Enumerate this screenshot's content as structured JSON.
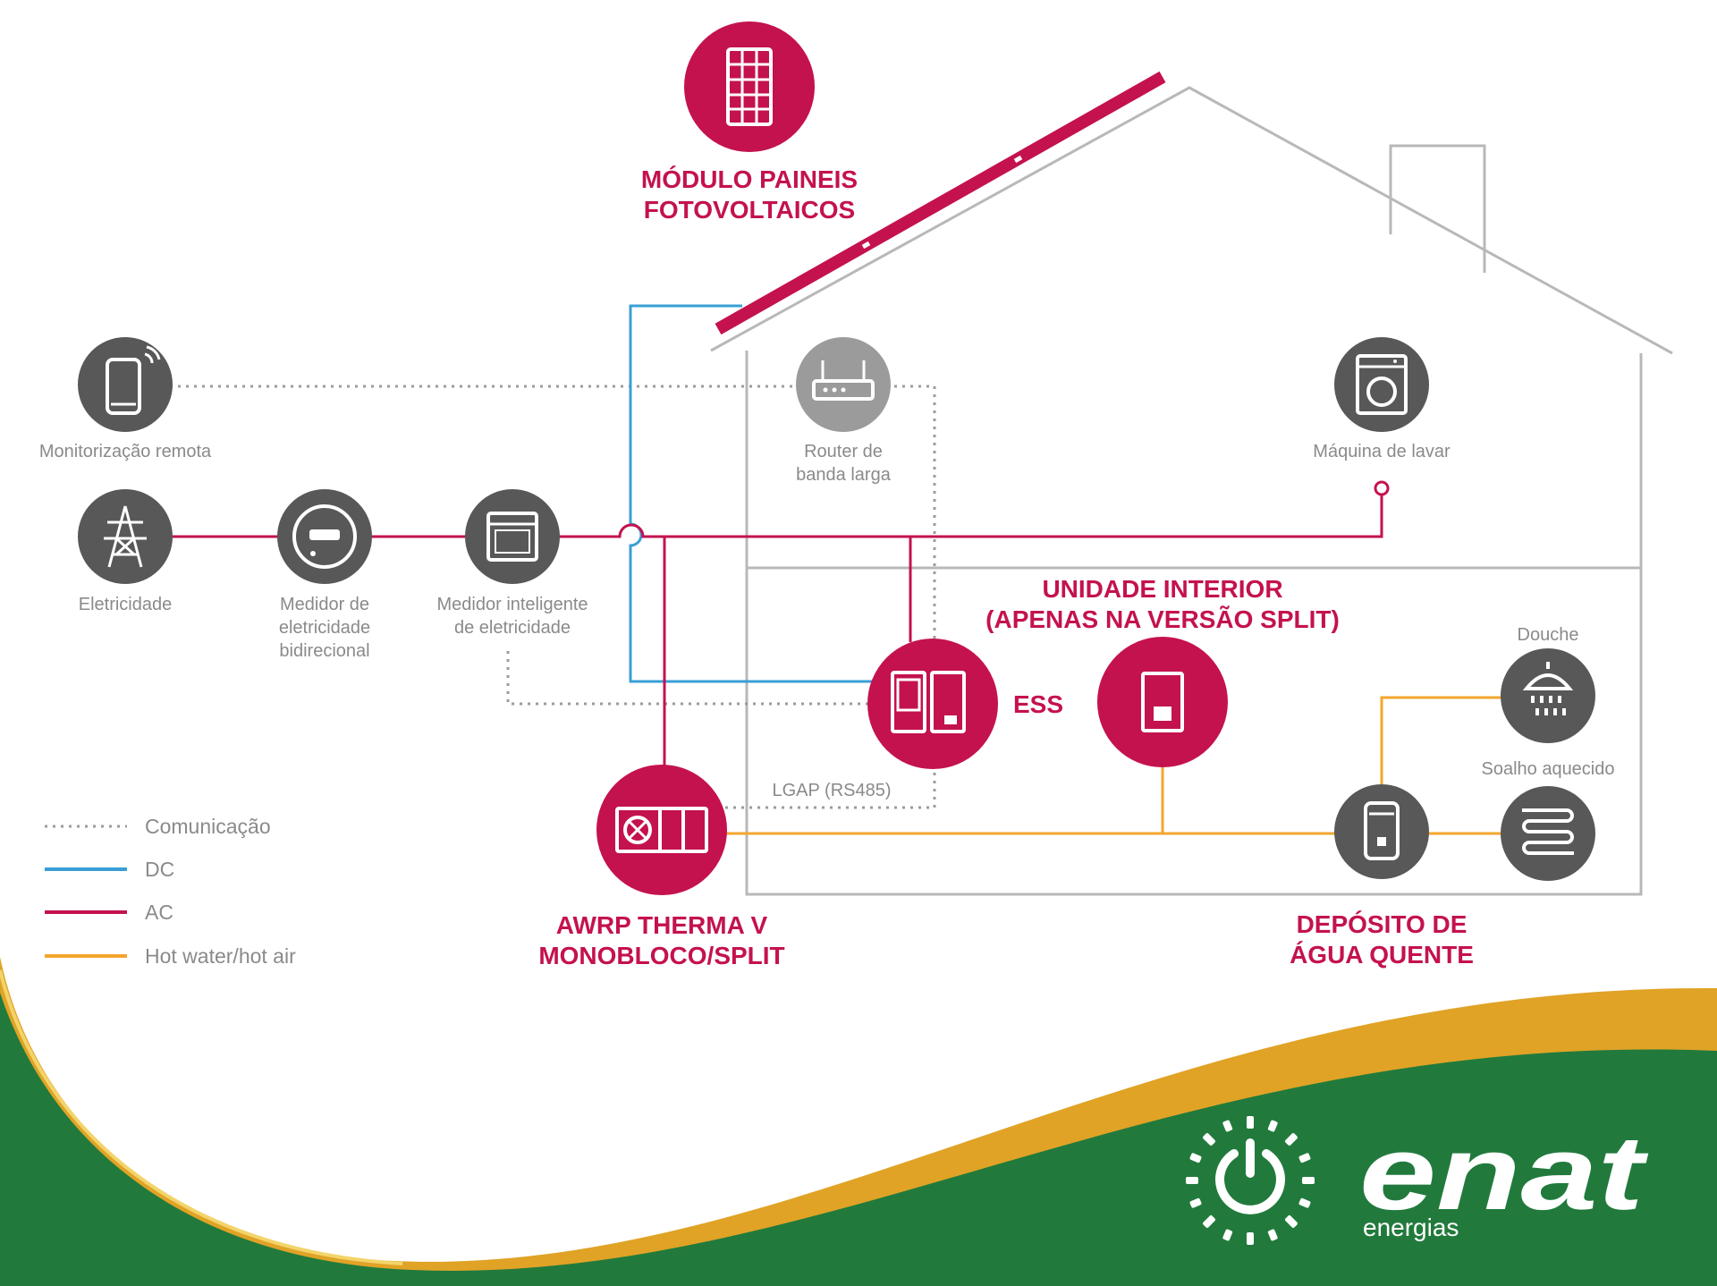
{
  "colors": {
    "accent_red": "#c4124f",
    "dc_blue": "#3a9fd6",
    "hot_water_orange": "#f3a62d",
    "communication_grey": "#9c9c9c",
    "node_grey": "#585858",
    "brand_green": "#217a3c",
    "brand_gold": "#e0a326"
  },
  "nodes": {
    "solar_module": {
      "icon": "solar-panel-icon",
      "line1": "MÓDULO PAINEIS",
      "line2": "FOTOVOLTAICOS"
    },
    "remote_monitoring": {
      "icon": "smartphone-icon",
      "label": "Monitorização remota"
    },
    "router": {
      "icon": "router-icon",
      "line1": "Router de",
      "line2": "banda larga"
    },
    "washing_machine": {
      "icon": "washing-machine-icon",
      "label": "Máquina de lavar"
    },
    "grid": {
      "icon": "power-tower-icon",
      "label": "Eletricidade"
    },
    "bidirectional_meter": {
      "icon": "meter-icon",
      "line1": "Medidor de",
      "line2": "eletricidade",
      "line3": "bidirecional"
    },
    "smart_meter": {
      "icon": "smart-meter-icon",
      "line1": "Medidor inteligente",
      "line2": "de eletricidade"
    },
    "ess": {
      "icon": "battery-cabinet-icon",
      "label": "ESS"
    },
    "indoor_unit": {
      "icon": "indoor-unit-icon",
      "line1": "UNIDADE INTERIOR",
      "line2": "(APENAS NA VERSÃO SPLIT)"
    },
    "heat_pump": {
      "icon": "heat-pump-icon",
      "line1": "AWRP THERMA V",
      "line2": "MONOBLOCO/SPLIT"
    },
    "water_tank": {
      "icon": "water-tank-icon",
      "line1": "DEPÓSITO DE",
      "line2": "ÁGUA QUENTE"
    },
    "shower": {
      "icon": "shower-icon",
      "label": "Douche"
    },
    "floor_heating": {
      "icon": "floor-heating-icon",
      "label": "Soalho aquecido"
    },
    "lgap": {
      "label": "LGAP (RS485)"
    }
  },
  "legend": {
    "communication": "Comunicação",
    "dc": "DC",
    "ac": "AC",
    "hot_water": "Hot water/hot air"
  },
  "brand": {
    "name": "enat",
    "tagline": "energias",
    "icon": "enat-sun-logo-icon"
  }
}
